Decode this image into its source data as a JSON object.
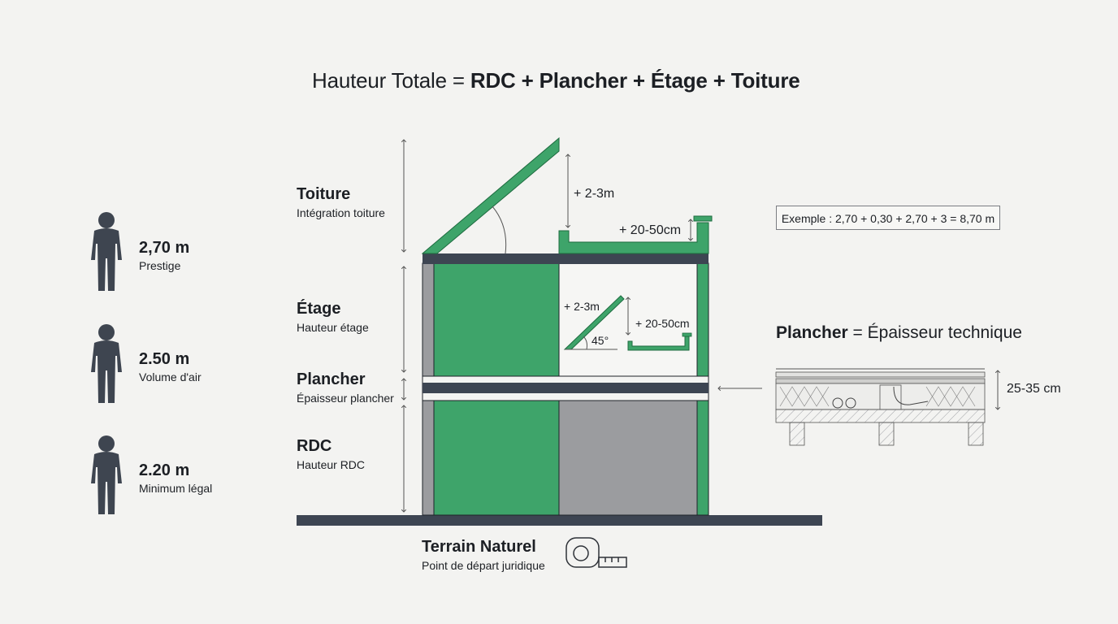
{
  "title": {
    "prefix": "Hauteur Totale = ",
    "formula": "RDC + Plancher + Étage + Toiture"
  },
  "people": [
    {
      "height": "2,70 m",
      "label": "Prestige"
    },
    {
      "height": "2.50 m",
      "label": "Volume d'air"
    },
    {
      "height": "2.20 m",
      "label": "Minimum légal"
    }
  ],
  "levels": {
    "toiture": {
      "name": "Toiture",
      "desc": "Intégration toiture"
    },
    "etage": {
      "name": "Étage",
      "desc": "Hauteur étage"
    },
    "plancher": {
      "name": "Plancher",
      "desc": "Épaisseur plancher"
    },
    "rdc": {
      "name": "RDC",
      "desc": "Hauteur RDC"
    }
  },
  "roof_dims": {
    "pitch_height": "+ 2-3m",
    "parapet_height": "+ 20-50cm"
  },
  "inset": {
    "pitch_height": "+ 2-3m",
    "angle": "45°",
    "parapet_height": "+ 20-50cm"
  },
  "example": "Exemple : 2,70 + 0,30 + 2,70 + 3 = 8,70 m",
  "plancher_detail": {
    "title_bold": "Plancher",
    "title_rest": " = Épaisseur technique",
    "thickness": "25-35 cm"
  },
  "terrain": {
    "name": "Terrain Naturel",
    "desc": "Point de départ juridique"
  },
  "colors": {
    "green": "#3ea46a",
    "green_dark": "#1d6b3f",
    "gray": "#9b9c9f",
    "slab": "#3d4552",
    "person": "#3e4550"
  }
}
